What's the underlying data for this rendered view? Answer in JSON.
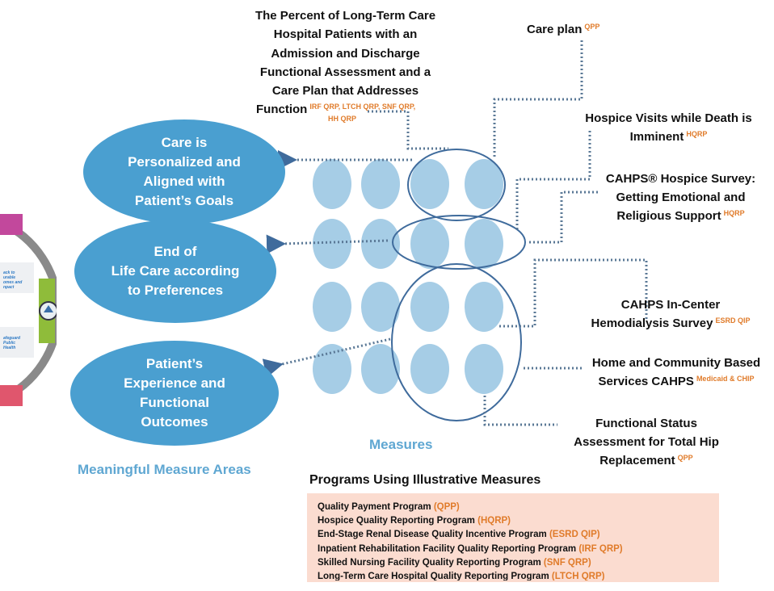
{
  "measure_areas": [
    {
      "label": "Care is Personalized and Aligned with Patient’s Goals",
      "lines": [
        "Care  is",
        "Personalized and",
        "Aligned with",
        "Patient’s Goals"
      ]
    },
    {
      "label": "End of Life Care according to Preferences",
      "lines": [
        "End of",
        "Life Care according",
        "to Preferences"
      ]
    },
    {
      "label": "Patient’s Experience and Functional Outcomes",
      "lines": [
        "Patient’s",
        "Experience and",
        "Functional",
        "Outcomes"
      ]
    }
  ],
  "captions": {
    "areas": "Meaningful Measure Areas",
    "measures": "Measures"
  },
  "measures": [
    {
      "lines": [
        "The Percent of Long-Term Care",
        "Hospital Patients with an",
        "Admission and Discharge",
        "Functional Assessment and a",
        "Care Plan that Addresses",
        "Function"
      ],
      "programs": "IRF QRP, LTCH QRP, SNF QRP,",
      "programs2": "HH QRP"
    },
    {
      "lines": [
        "Care plan"
      ],
      "programs": "QPP"
    },
    {
      "lines": [
        "Hospice Visits while Death is",
        "Imminent"
      ],
      "programs": "HQRP"
    },
    {
      "lines": [
        "CAHPS® Hospice Survey:",
        "Getting Emotional and",
        "Religious Support"
      ],
      "programs": "HQRP"
    },
    {
      "lines": [
        "CAHPS In-Center",
        "Hemodialysis Survey"
      ],
      "programs": "ESRD QIP"
    },
    {
      "lines": [
        "Home and Community Based",
        "Services CAHPS"
      ],
      "programs": "Medicaid & CHIP"
    },
    {
      "lines": [
        "Functional Status",
        "Assessment for Total Hip",
        "Replacement"
      ],
      "programs": "QPP"
    }
  ],
  "programs_panel": {
    "title": "Programs Using Illustrative Measures",
    "items": [
      {
        "name": "Quality Payment Program",
        "abbr": "(QPP)"
      },
      {
        "name": "Hospice Quality Reporting Program",
        "abbr": "(HQRP)"
      },
      {
        "name": "End-Stage Renal Disease Quality Incentive Program",
        "abbr": "(ESRD QIP)"
      },
      {
        "name": "Inpatient Rehabilitation Facility Quality Reporting Program",
        "abbr": "(IRF QRP)"
      },
      {
        "name": "Skilled Nursing Facility Quality Reporting Program",
        "abbr": "(SNF QRP)"
      },
      {
        "name": "Long-Term Care Hospital Quality Reporting Program",
        "abbr": "(LTCH QRP)"
      }
    ]
  },
  "side_wheel": {
    "segment_texts": [
      "...ack to ...urable ...omes and ...mpact",
      "...afeguard Public Health"
    ]
  },
  "colors": {
    "area_fill": "#4a9fd0",
    "measure_dot": "#a6cde6",
    "group_outline": "#3f6b9c",
    "program_abbr": "#e07b2a",
    "caption": "#5fa7d2",
    "panel_bg": "#fbdcd0"
  }
}
